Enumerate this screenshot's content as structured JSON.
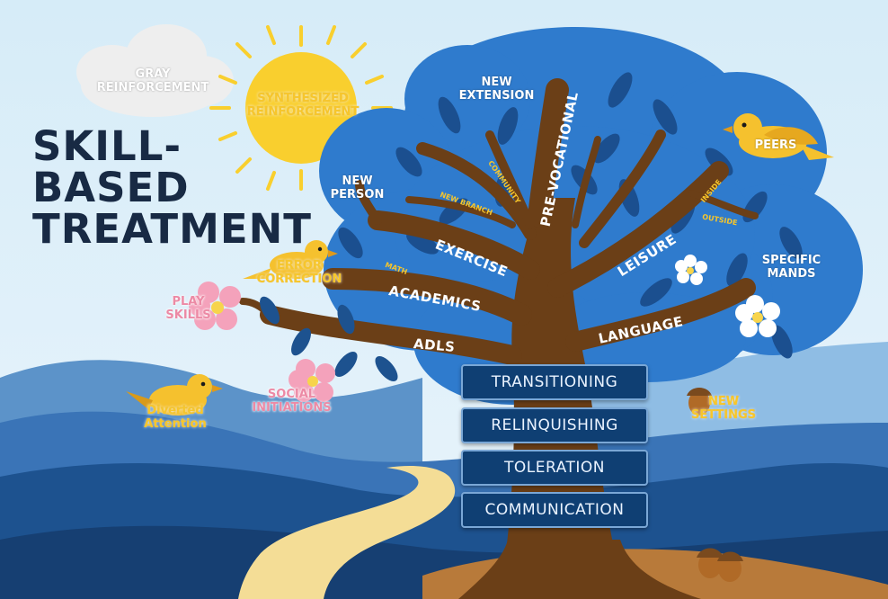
{
  "title": {
    "line1": "SKILL-",
    "line2": "BASED",
    "line3": "TREATMENT"
  },
  "sky": {
    "cloud_label": "GRAY REINFORCEMENT",
    "sun_label": "SYNTHESIZED REINFORCEMENT"
  },
  "tree": {
    "canopy_labels": {
      "new_extension": "NEW EXTENSION",
      "new_person": "NEW PERSON",
      "peers": "PEERS",
      "specific_mands": "SPECIFIC MANDS"
    },
    "branches": {
      "pre_vocational": "PRE-VOCATIONAL",
      "exercise": "EXERCISE",
      "academics": "ACADEMICS",
      "adls": "ADLS",
      "leisure": "LEISURE",
      "language": "LANGUAGE"
    },
    "twigs": {
      "community": "COMMUNITY",
      "new_branch": "NEW BRANCH",
      "math": "MATH",
      "inside": "INSIDE",
      "outside": "OUTSIDE"
    },
    "trunk_skills": [
      "TRANSITIONING",
      "RELINQUISHING",
      "TOLERATION",
      "COMMUNICATION"
    ]
  },
  "side_labels": {
    "error_correction": "ERROR CORRECTION",
    "play_skills": "PLAY SKILLS",
    "social_initiations": "SOCIAL INITIATIONS",
    "diverted_attention": "Diverted Attention",
    "new_settings": "NEW SETTINGS"
  },
  "colors": {
    "sky": "#cfe6f5",
    "canopy": "#2f7bcd",
    "leaf": "#1b4f8f",
    "trunk": "#6b3f17",
    "ground": "#b87a3a",
    "path": "#f4dd96",
    "sun": "#f9cf2e",
    "bird": "#f5c12e",
    "flower_pink": "#f4a2bb",
    "box_bg": "#0f3f73"
  }
}
